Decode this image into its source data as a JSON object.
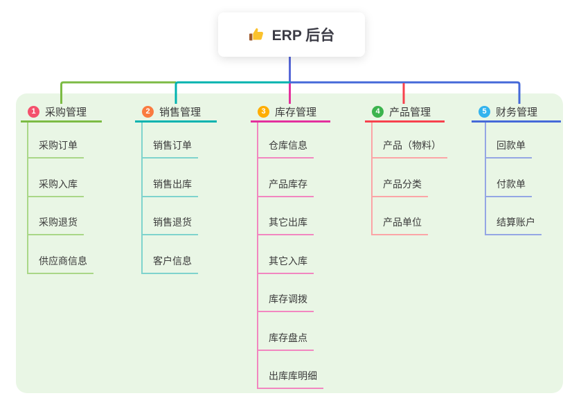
{
  "root": {
    "label": "ERP 后台",
    "icon": "thumbs-up-icon"
  },
  "colors": {
    "panel_bg": "#e9f6e5",
    "root_connector": "#5667d7",
    "text": "#3a3a3a"
  },
  "branches": [
    {
      "num": "1",
      "label": "采购管理",
      "badge_color": "#f4516c",
      "line_color": "#7cbb44",
      "light_color": "#a9d787",
      "children": [
        "采购订单",
        "采购入库",
        "采购退货",
        "供应商信息"
      ]
    },
    {
      "num": "2",
      "label": "销售管理",
      "badge_color": "#fa7b40",
      "line_color": "#00b3af",
      "light_color": "#7ed3cd",
      "children": [
        "销售订单",
        "销售出库",
        "销售退货",
        "客户信息"
      ]
    },
    {
      "num": "3",
      "label": "库存管理",
      "badge_color": "#ffad02",
      "line_color": "#e3309d",
      "light_color": "#f286c0",
      "children": [
        "仓库信息",
        "产品库存",
        "其它出库",
        "其它入库",
        "库存调拨",
        "库存盘点",
        "出库库明细"
      ]
    },
    {
      "num": "4",
      "label": "产品管理",
      "badge_color": "#3cb44e",
      "line_color": "#f7414d",
      "light_color": "#fba4a6",
      "children": [
        "产品（物料）",
        "产品分类",
        "产品单位"
      ]
    },
    {
      "num": "5",
      "label": "财务管理",
      "badge_color": "#33b3ee",
      "line_color": "#4569d8",
      "light_color": "#94a6e4",
      "children": [
        "回款单",
        "付款单",
        "结算账户"
      ]
    }
  ]
}
